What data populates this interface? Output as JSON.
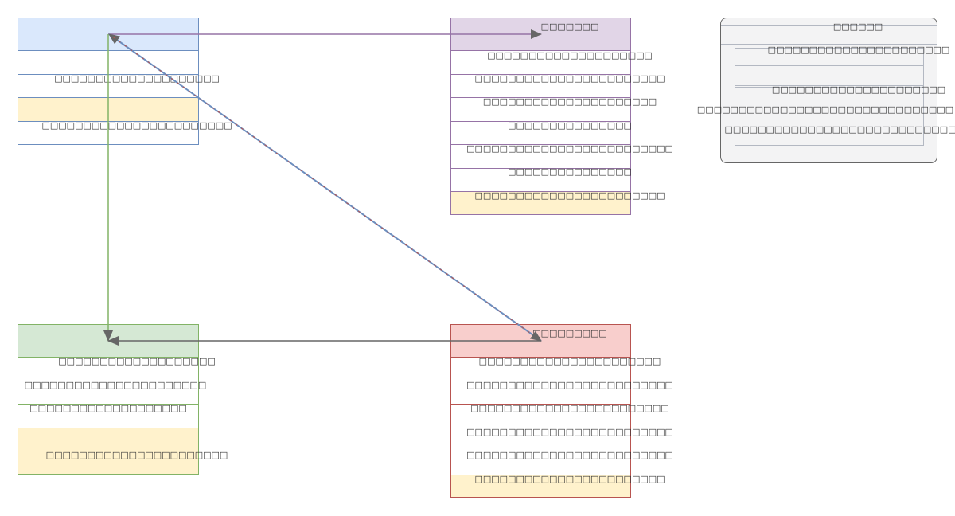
{
  "diagram": {
    "colors": {
      "blue_fill": "#dae8fc",
      "blue_stroke": "#6c8ebf",
      "purple_fill": "#e1d5e7",
      "purple_stroke": "#9673a6",
      "green_fill": "#d5e8d4",
      "green_stroke": "#82b366",
      "red_fill": "#f8cecc",
      "red_stroke": "#b85450",
      "yellow_fill": "#fff2cc",
      "gray_fill": "#f5f5f5",
      "gray_stroke": "#666666",
      "arrow": "#666666"
    },
    "blue_table": {
      "title": "",
      "rows": [
        "",
        "□□□□□□□□□□□□□□□□□□□□",
        "",
        "□□□□□□□□□□□□□□□□□□□□□□□"
      ]
    },
    "purple_table": {
      "title": "□□□□□□□",
      "rows": [
        "□□□□□□□□□□□□□□□□□□□□",
        "□□□□□□□□□□□□□□□□□□□□□□□",
        "□□□□□□□□□□□□□□□□□□□□□",
        "□□□□□□□□□□□□□□□",
        "□□□□□□□□□□□□□□□□□□□□□□□□□",
        "□□□□□□□□□□□□□□□",
        "□□□□□□□□□□□□□□□□□□□□□□□"
      ]
    },
    "gray_container": {
      "title": "□□□□□□",
      "lines": [
        "□□□□□□□□□□□□□□□□□□□□□□",
        "□□□□□□□□□□□□□□□□□□□□□",
        "□□□□□□□□□□□□□□□□□□□□□□□□□□□□□□□",
        "□□□□□□□□□□□□□□□□□□□□□□□□□□□□"
      ]
    },
    "green_table": {
      "title": "",
      "rows": [
        "□□□□□□□□□□□□□□□□□□□",
        "□□□□□□□□□□□□□□□□□□□□□□",
        "□□□□□□□□□□□□□□□□□□□",
        "",
        "□□□□□□□□□□□□□□□□□□□□□□"
      ]
    },
    "red_table": {
      "title": "□□□□□□□□□",
      "rows": [
        "□□□□□□□□□□□□□□□□□□□□□□",
        "□□□□□□□□□□□□□□□□□□□□□□□□□",
        "□□□□□□□□□□□□□□□□□□□□□□□□",
        "□□□□□□□□□□□□□□□□□□□□□□□□□",
        "□□□□□□□□□□□□□□□□□□□□□□□□□",
        "□□□□□□□□□□□□□□□□□□□□□□□"
      ]
    },
    "connectors": [
      {
        "from": "blue_table",
        "to": "purple_table",
        "color": "purple",
        "arrow": "end"
      },
      {
        "from": "blue_table",
        "to": "green_table",
        "color": "green",
        "arrow": "end"
      },
      {
        "from": "red_table",
        "to": "blue_table",
        "color": "blue+red",
        "arrow": "both"
      },
      {
        "from": "red_table",
        "to": "green_table",
        "color": "gray",
        "arrow": "end"
      }
    ]
  }
}
